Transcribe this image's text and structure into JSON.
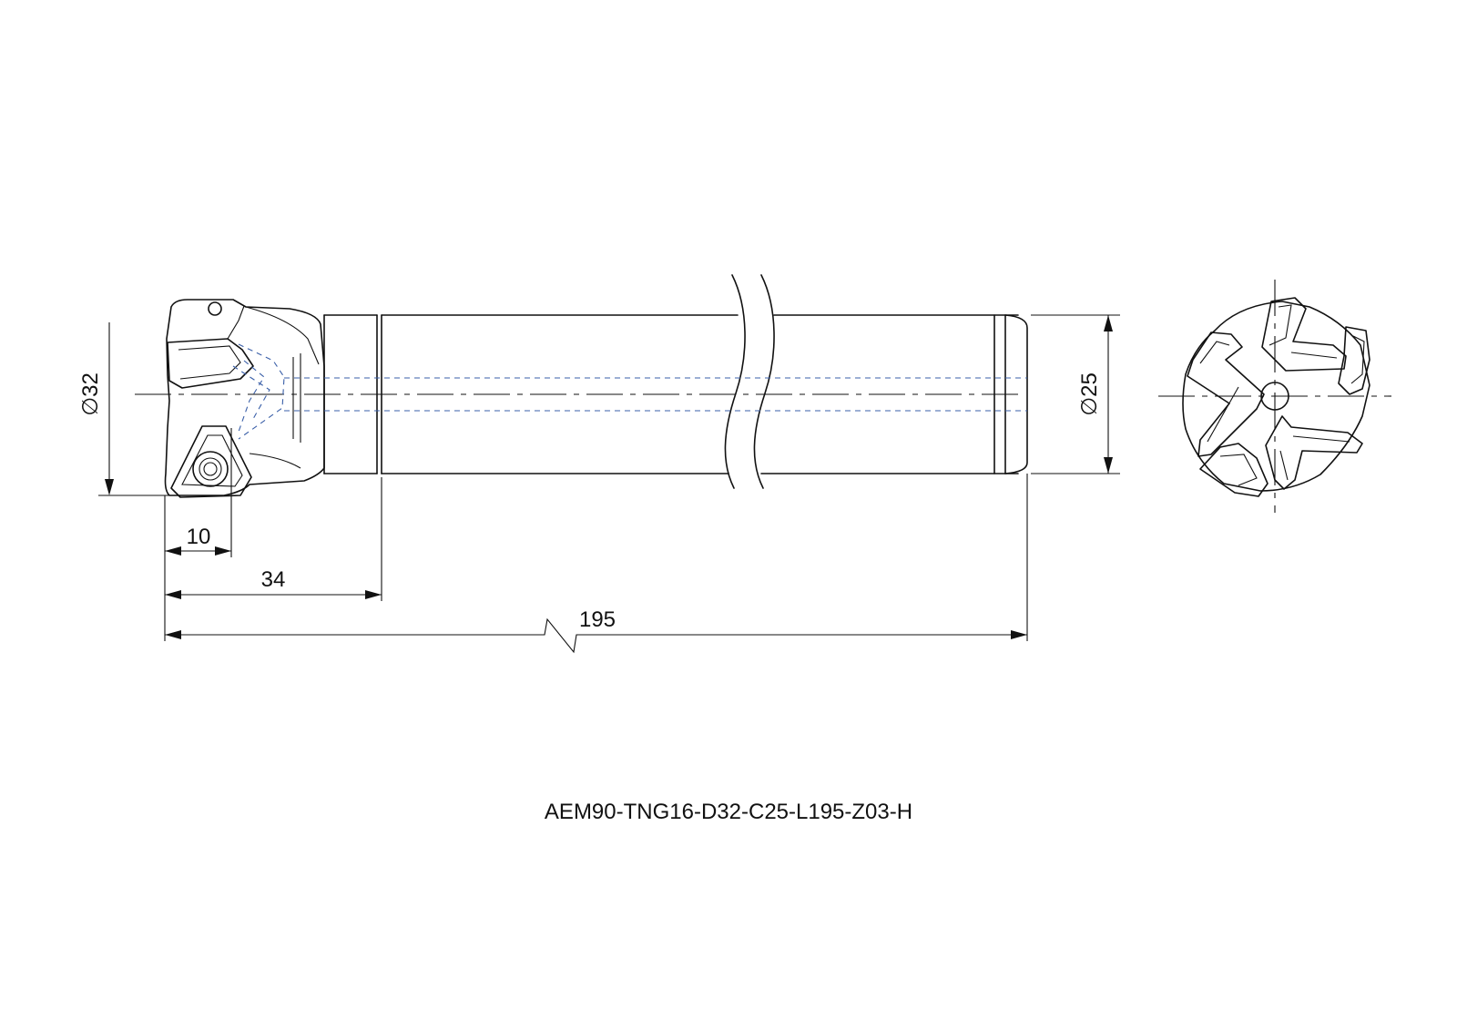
{
  "drawing": {
    "part_number": "AEM90-TNG16-D32-C25-L195-Z03-H",
    "dimensions": {
      "cutter_diameter": "∅32",
      "shank_diameter": "∅25",
      "insert_length": "10",
      "head_length": "34",
      "overall_length": "195"
    },
    "colors": {
      "outline": "#111111",
      "hidden_lines": "#3a5fa8",
      "background": "#ffffff"
    }
  }
}
